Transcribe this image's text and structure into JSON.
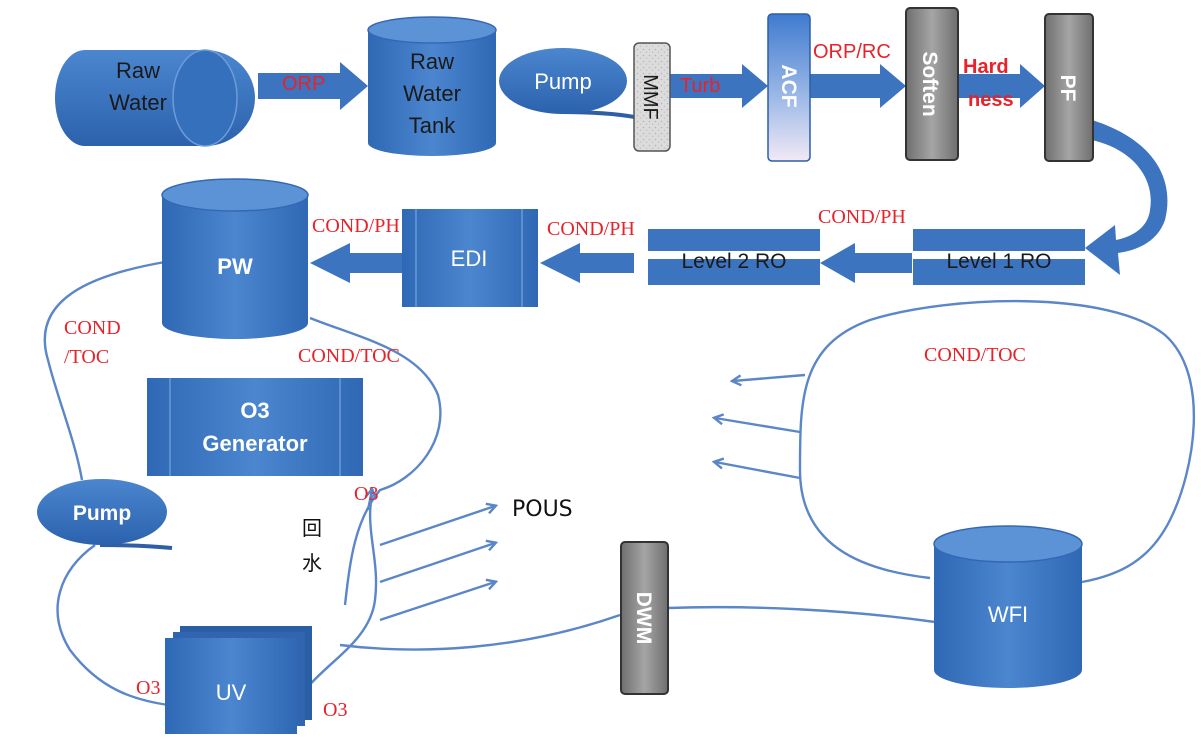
{
  "colors": {
    "blue": "#3d78c2",
    "blue_dark": "#23508f",
    "blue_light": "#6a9ad6",
    "line": "#5b86c8",
    "gray": "#8c8c8c",
    "gray_dark": "#555555",
    "red_label": "#e8222a"
  },
  "nodes": {
    "raw_water": [
      "Raw",
      "Water"
    ],
    "raw_water_tank": [
      "Raw",
      "Water",
      "Tank"
    ],
    "pump_top": "Pump",
    "mmf": "MMF",
    "acf": "ACF",
    "soften": "Soften",
    "pf": "PF",
    "level1_ro": "Level 1 RO",
    "level2_ro": "Level 2 RO",
    "edi": "EDI",
    "pw": "PW",
    "o3_generator": [
      "O3",
      "Generator"
    ],
    "pump_bottom": "Pump",
    "uv": "UV",
    "dwm": "DWM",
    "wfi": "WFI",
    "pous": "POUS",
    "return_water": [
      "回",
      "水"
    ]
  },
  "labels": {
    "orp": "ORP",
    "turb": "Turb",
    "orp_rc": "ORP/RC",
    "hardness": [
      "Hard",
      "ness"
    ],
    "cond_ph_ro1": "COND/PH",
    "cond_ph_ro2": "COND/PH",
    "cond_ph_edi": "COND/PH",
    "cond_toc_left": [
      "COND",
      "/TOC"
    ],
    "cond_toc_center": "COND/TOC",
    "cond_toc_right": "COND/TOC",
    "o3_top": "O3",
    "o3_uv_left": "O3",
    "o3_uv_right": "O3"
  }
}
